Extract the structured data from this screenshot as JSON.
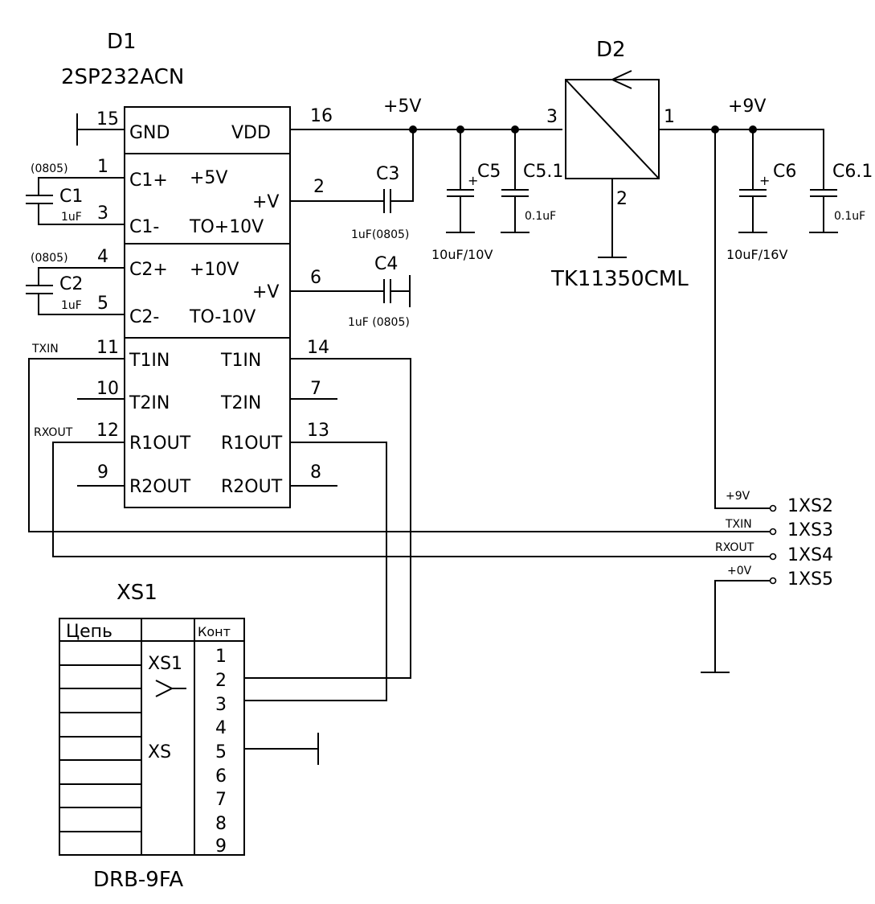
{
  "d1": {
    "ref": "D1",
    "part": "2SP232ACN",
    "gnd": "GND",
    "vdd": "VDD",
    "c1p": "C1+",
    "c1m": "C1-",
    "c2p": "C2+",
    "c2m": "C2-",
    "plus5": "+5V",
    "to10": "TO+10V",
    "plus10": "+10V",
    "tom10": "TO-10V",
    "vplus1": "+V",
    "vplus2": "+V",
    "t1in_l": "T1IN",
    "t2in_l": "T2IN",
    "r1out_l": "R1OUT",
    "r2out_l": "R2OUT",
    "t1in_r": "T1IN",
    "t2in_r": "T2IN",
    "r1out_r": "R1OUT",
    "r2out_r": "R2OUT",
    "pins": {
      "p15": "15",
      "p1": "1",
      "p3": "3",
      "p4": "4",
      "p5": "5",
      "p11": "11",
      "p10": "10",
      "p12": "12",
      "p9": "9",
      "p16": "16",
      "p2": "2",
      "p6": "6",
      "p14": "14",
      "p7": "7",
      "p13": "13",
      "p8": "8"
    }
  },
  "c1": {
    "ref": "C1",
    "value": "1uF",
    "pkg": "(0805)"
  },
  "c2": {
    "ref": "C2",
    "value": "1uF",
    "pkg": "(0805)"
  },
  "c3": {
    "ref": "C3",
    "value": "1uF(0805)"
  },
  "c4": {
    "ref": "C4",
    "value": "1uF (0805)"
  },
  "c5": {
    "ref": "C5",
    "value": "10uF/10V"
  },
  "c51": {
    "ref": "C5.1",
    "value": "0.1uF"
  },
  "c6": {
    "ref": "C6",
    "value": "10uF/16V"
  },
  "c61": {
    "ref": "C6.1",
    "value": "0.1uF"
  },
  "plus_sign": "+",
  "d2": {
    "ref": "D2",
    "part": "TK11350CML",
    "pin3": "3",
    "pin1": "1",
    "pin2": "2"
  },
  "nets": {
    "v5": "+5V",
    "v9": "+9V",
    "txin": "TXIN",
    "rxout": "RXOUT"
  },
  "xs_out": {
    "rows": [
      {
        "net": "+9V",
        "pin": "1XS2"
      },
      {
        "net": "TXIN",
        "pin": "1XS3"
      },
      {
        "net": "RXOUT",
        "pin": "1XS4"
      },
      {
        "net": "+0V",
        "pin": "1XS5"
      }
    ]
  },
  "xs1": {
    "ref": "XS1",
    "hdr_circuit": "Цепь",
    "hdr_contact": "Конт",
    "label_top": "XS1",
    "label_bottom": "XS",
    "contacts": [
      "1",
      "2",
      "3",
      "4",
      "5",
      "6",
      "7",
      "8",
      "9"
    ],
    "part": "DRB-9FA"
  }
}
